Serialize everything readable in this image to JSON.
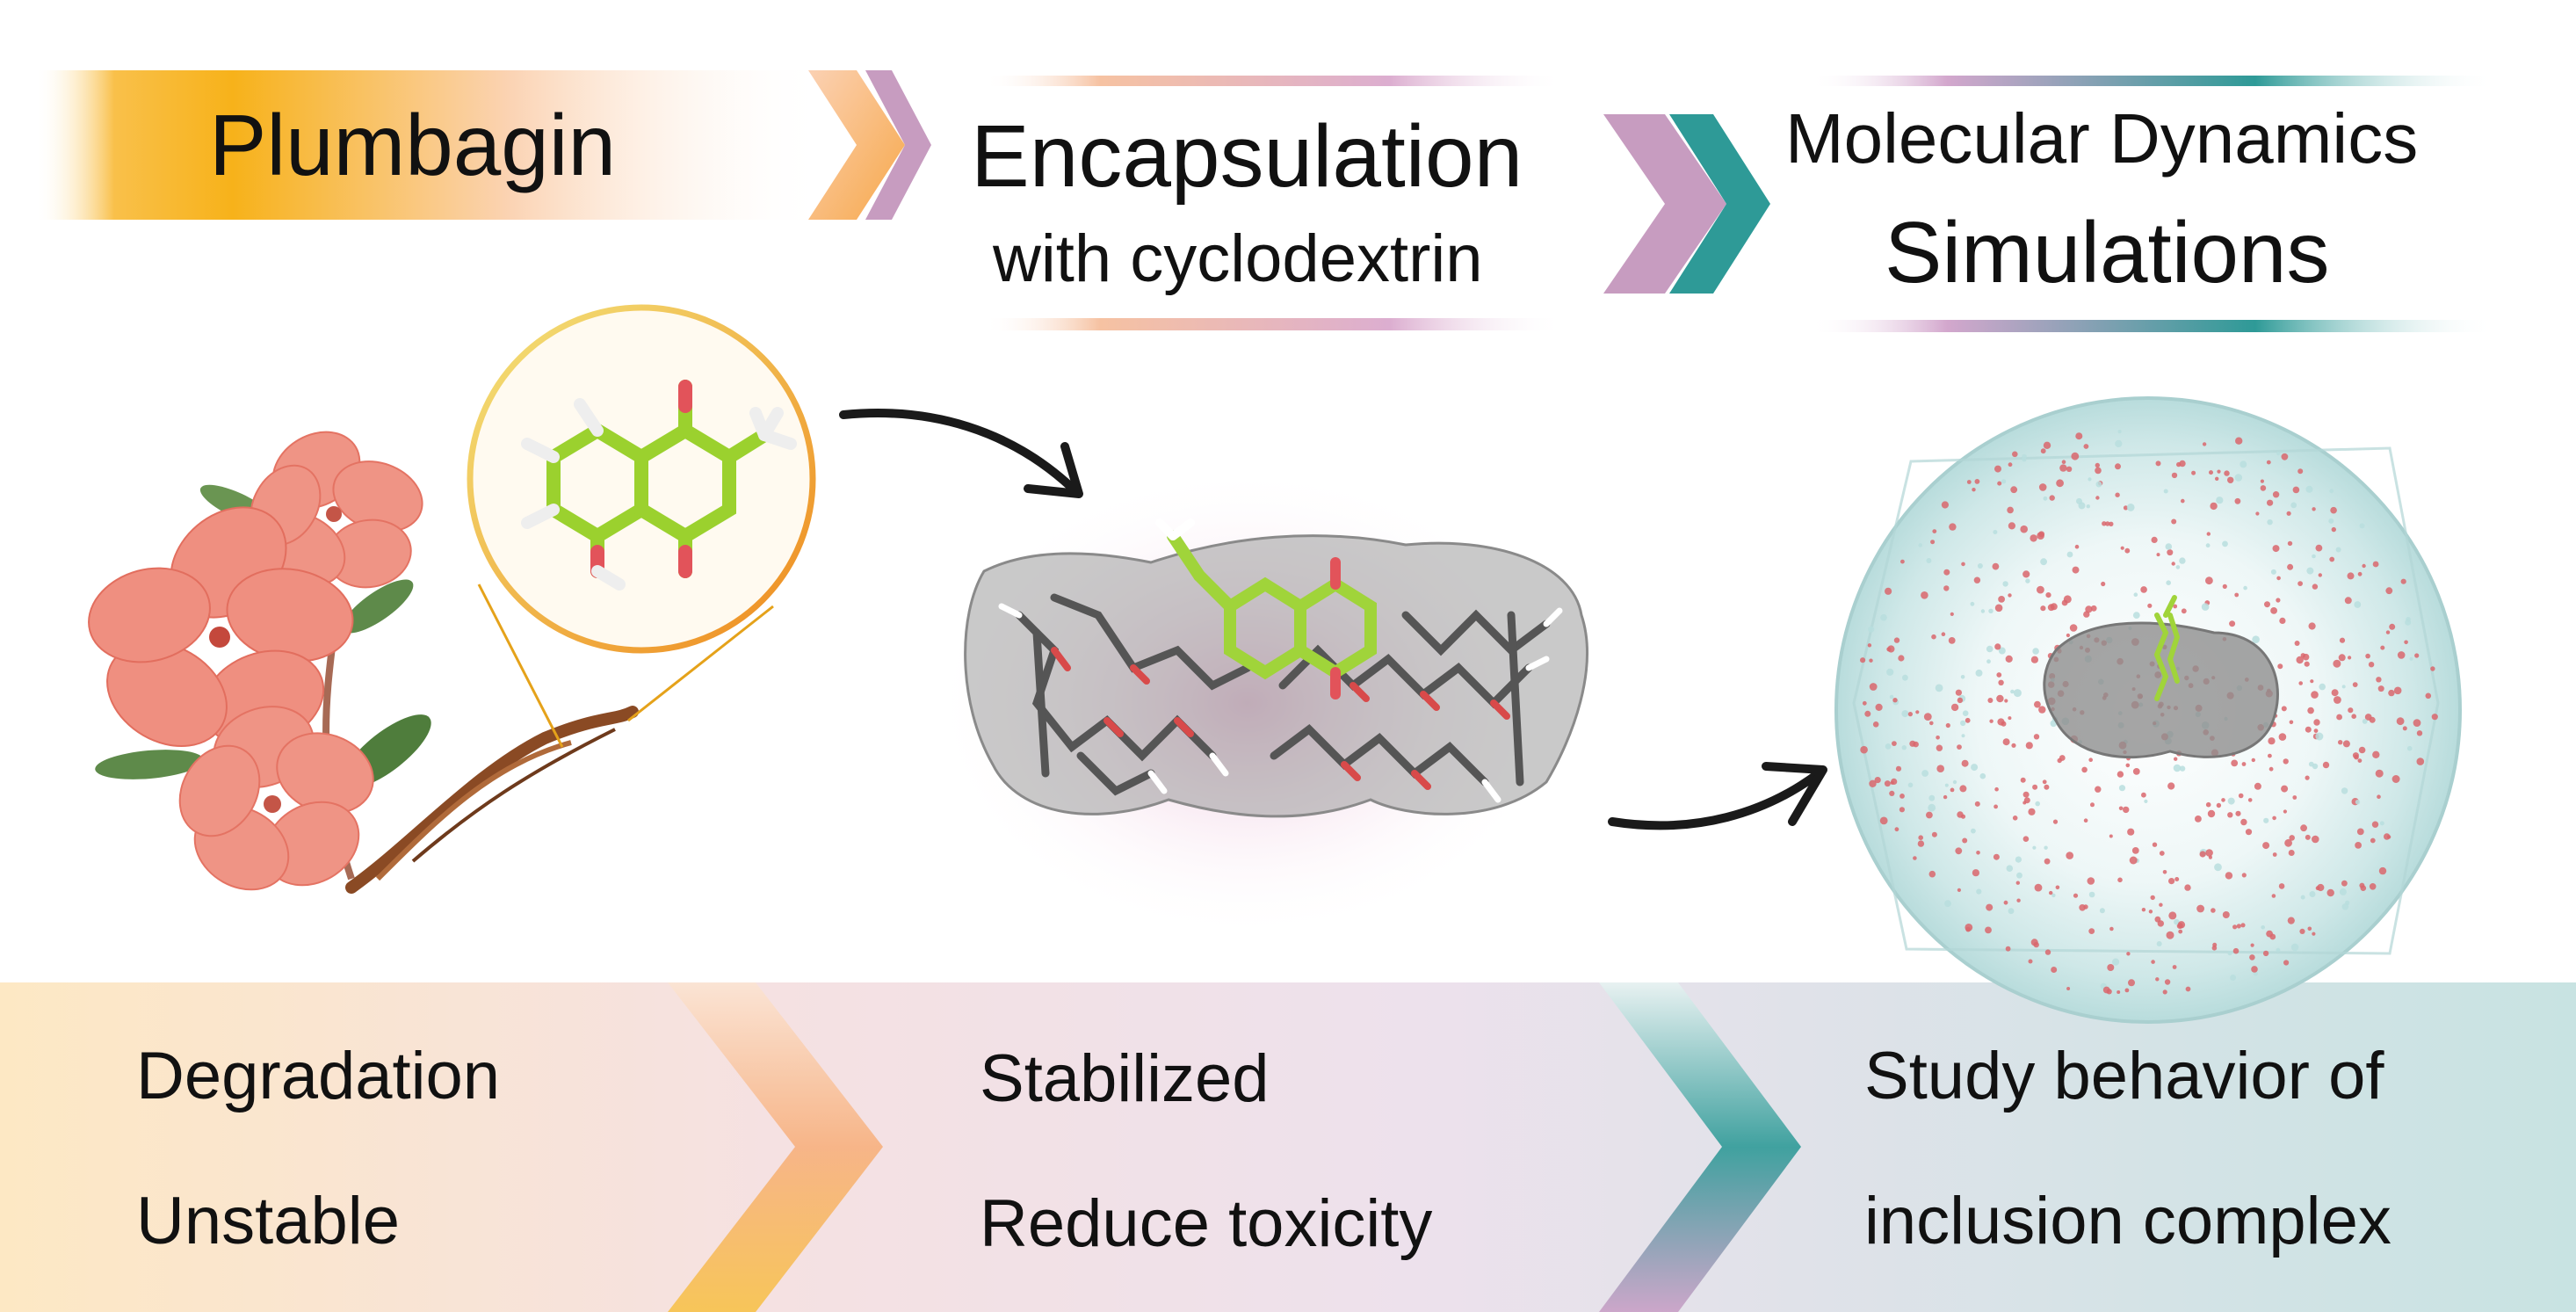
{
  "header": {
    "step1": {
      "title": "Plumbagin"
    },
    "step2": {
      "title": "Encapsulation",
      "subtitle": "with cyclodextrin"
    },
    "step3": {
      "title": "Molecular Dynamics",
      "subtitle": "Simulations"
    }
  },
  "footer": {
    "step1": {
      "line1": "Degradation",
      "line2": "Unstable"
    },
    "step2": {
      "line1": "Stabilized",
      "line2": "Reduce toxicity"
    },
    "step3": {
      "line1": "Study behavior of",
      "line2": "inclusion complex"
    }
  },
  "colors": {
    "orange": "#f7b21a",
    "peach": "#f6c7a8",
    "mauve": "#c79cc0",
    "teal": "#2e9a97",
    "molecule_green": "#9bd12e",
    "oxygen_red": "#e2535a",
    "flower_pink": "#ee8a7e"
  }
}
